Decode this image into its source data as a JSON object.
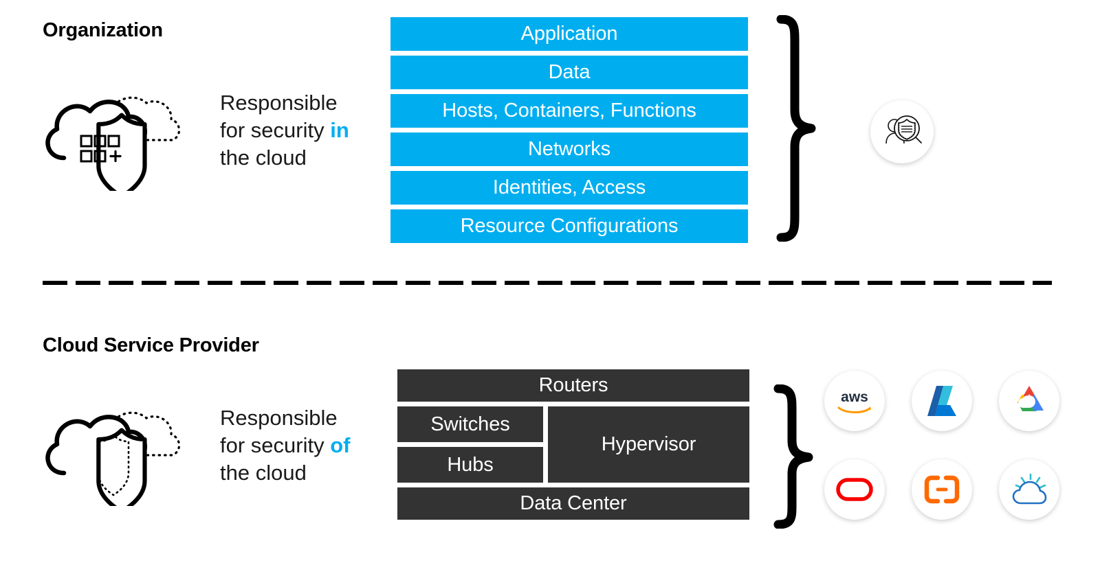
{
  "sections": {
    "organization": {
      "title": "Organization",
      "caption": {
        "line1": "Responsible",
        "line2_prefix": "for security ",
        "line2_highlight": "in",
        "line3": "the cloud"
      },
      "layers": [
        "Application",
        "Data",
        "Hosts, Containers, Functions",
        "Networks",
        "Identities, Access",
        "Resource Configurations"
      ]
    },
    "cloud_service_provider": {
      "title": "Cloud Service Provider",
      "caption": {
        "line1": "Responsible",
        "line2_prefix": "for security ",
        "line2_highlight": "of",
        "line3": "the cloud"
      },
      "layers": {
        "top": "Routers",
        "left_column": [
          "Switches",
          "Hubs"
        ],
        "right": "Hypervisor",
        "bottom": "Data Center"
      }
    }
  },
  "badges": {
    "audit": {
      "icon": "shield-magnifier-icon",
      "label": ""
    },
    "providers": [
      {
        "name": "aws",
        "icon": "aws-logo-icon",
        "wordmark": "aws"
      },
      {
        "name": "azure",
        "icon": "azure-logo-icon",
        "wordmark": ""
      },
      {
        "name": "gcp",
        "icon": "google-cloud-logo-icon",
        "wordmark": ""
      },
      {
        "name": "oracle",
        "icon": "oracle-logo-icon",
        "wordmark": ""
      },
      {
        "name": "alibaba",
        "icon": "alibaba-cloud-logo-icon",
        "wordmark": ""
      },
      {
        "name": "ibm",
        "icon": "ibm-cloud-logo-icon",
        "wordmark": ""
      }
    ]
  },
  "colors": {
    "organization_bar": "#00AEEF",
    "provider_bar": "#333333",
    "highlight": "#00AEEF",
    "text_dark": "#000000",
    "bar_text": "#FFFFFF",
    "aws_text": "#232F3E",
    "aws_arrow": "#FF9900",
    "azure_light": "#32BEDD",
    "azure_dark": "#0078D4",
    "azure_deep": "#1B5FA8",
    "gcp_red": "#EA4335",
    "gcp_yellow": "#FBBC04",
    "gcp_green": "#34A853",
    "gcp_blue": "#4285F4",
    "oracle_red": "#F80000",
    "alibaba_orange": "#FF6A00",
    "ibm_blue": "#1F70C1",
    "ibm_teal": "#2DBECD"
  },
  "divider": {
    "style": "dashed",
    "color": "#000000"
  }
}
